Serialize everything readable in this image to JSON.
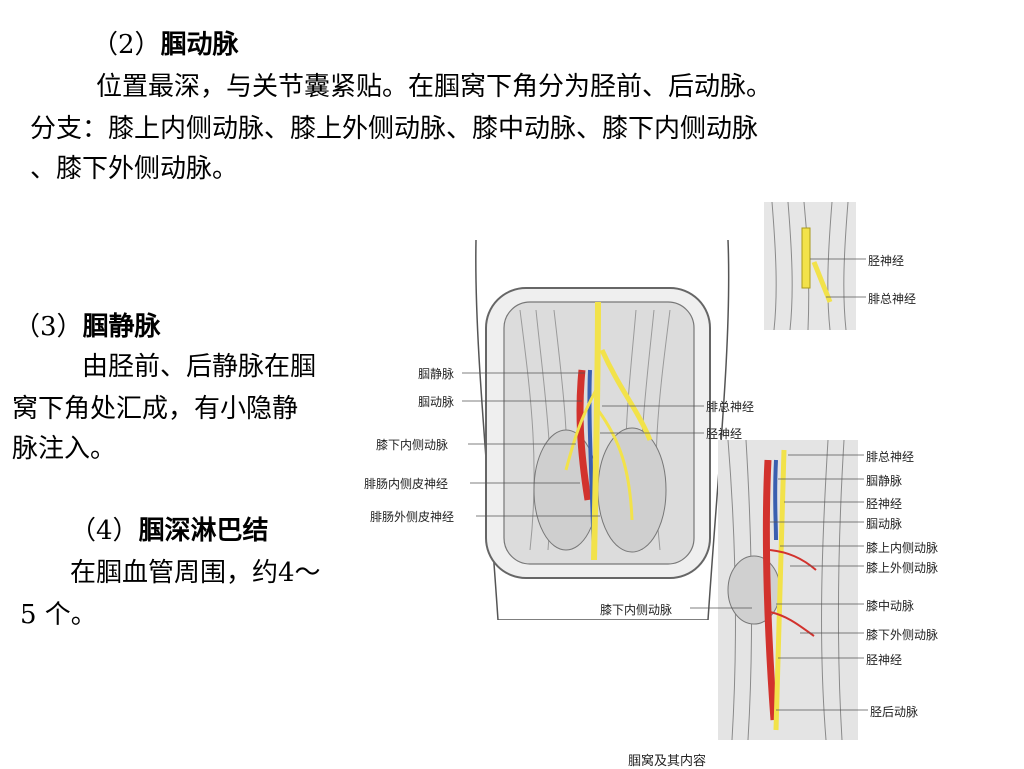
{
  "section2": {
    "number": "（2）",
    "title": "腘动脉",
    "body_line1": "位置最深，与关节囊紧贴。在腘窝下角分为胫前、后动脉。",
    "body_line2": "分支：膝上内侧动脉、膝上外侧动脉、膝中动脉、膝下内侧动脉",
    "body_line3": "、膝下外侧动脉。"
  },
  "section3": {
    "number": "（3）",
    "title": "腘静脉",
    "body_line1": "由胫前、后静脉在腘",
    "body_line2": "窝下角处汇成，有小隐静",
    "body_line3": "脉注入。"
  },
  "section4": {
    "number": "（4）",
    "title": "腘深淋巴结",
    "body_line1": "在腘血管周围，约4～",
    "body_line2": "5 个。"
  },
  "figure": {
    "caption": "腘窝及其内容",
    "main_labels": {
      "popliteal_vein": "腘静脉",
      "popliteal_artery": "腘动脉",
      "inferior_medial_genicular": "膝下内侧动脉",
      "medial_sural_cutaneous": "腓肠内侧皮神经",
      "lateral_sural_cutaneous": "腓肠外侧皮神经",
      "common_peroneal": "腓总神经",
      "tibial": "胫神经"
    },
    "top_right_labels": {
      "tibial": "胫神经",
      "common_peroneal": "腓总神经"
    },
    "bottom_right_labels": {
      "common_peroneal": "腓总神经",
      "popliteal_vein": "腘静脉",
      "tibial": "胫神经",
      "popliteal_artery": "腘动脉",
      "superior_medial_genicular": "膝上内侧动脉",
      "superior_lateral_genicular": "膝上外侧动脉",
      "middle_genicular": "膝中动脉",
      "inferior_lateral_genicular": "膝下外侧动脉",
      "tibial_lower": "胫神经",
      "posterior_tibial": "胫后动脉",
      "inferior_medial_genicular": "膝下内侧动脉"
    }
  },
  "colors": {
    "artery": "#d2322d",
    "vein": "#3a5fb0",
    "nerve": "#f2e24a",
    "tissue": "#d9d9d9",
    "line": "#555555"
  }
}
